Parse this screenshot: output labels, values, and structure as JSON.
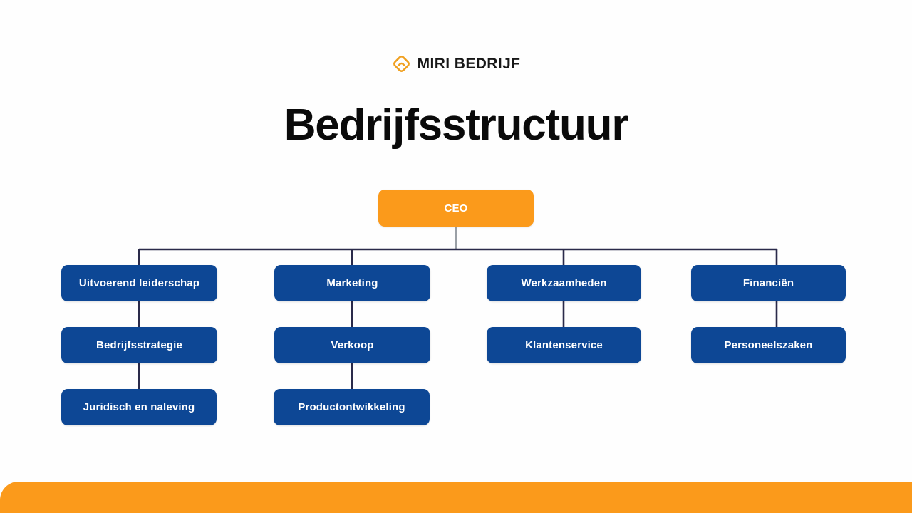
{
  "brand": {
    "name": "MIRI BEDRIJF",
    "logo_icon": "diamond-outline-icon",
    "logo_color": "#f0a020"
  },
  "title": "Bedrijfsstructuur",
  "theme": {
    "background": "#fefefe",
    "accent_orange": "#fb9a1b",
    "node_blue": "#0d4795",
    "connector_navy": "#2a2a4a",
    "connector_gray": "#9aa0a6",
    "text_dark": "#0a0a0a",
    "text_light": "#ffffff"
  },
  "chart_data": {
    "type": "org-chart",
    "title": "Bedrijfsstructuur",
    "root": {
      "label": "CEO",
      "color": "#fb9a1b"
    },
    "branches": [
      {
        "label": "Uitvoerend leiderschap",
        "color": "#0d4795",
        "children": [
          {
            "label": "Bedrijfsstrategie",
            "color": "#0d4795"
          },
          {
            "label": "Juridisch en naleving",
            "color": "#0d4795"
          }
        ]
      },
      {
        "label": "Marketing",
        "color": "#0d4795",
        "children": [
          {
            "label": "Verkoop",
            "color": "#0d4795"
          },
          {
            "label": "Productontwikkeling",
            "color": "#0d4795"
          }
        ]
      },
      {
        "label": "Werkzaamheden",
        "color": "#0d4795",
        "children": [
          {
            "label": "Klantenservice",
            "color": "#0d4795"
          }
        ]
      },
      {
        "label": "Financiën",
        "color": "#0d4795",
        "children": [
          {
            "label": "Personeelszaken",
            "color": "#0d4795"
          }
        ]
      }
    ],
    "levels": 4,
    "node_count": 11
  },
  "nodes": {
    "root": "CEO",
    "b1": "Uitvoerend leiderschap",
    "b1c1": "Bedrijfsstrategie",
    "b1c2": "Juridisch en naleving",
    "b2": "Marketing",
    "b2c1": "Verkoop",
    "b2c2": "Productontwikkeling",
    "b3": "Werkzaamheden",
    "b3c1": "Klantenservice",
    "b4": "Financiën",
    "b4c1": "Personeelszaken"
  }
}
